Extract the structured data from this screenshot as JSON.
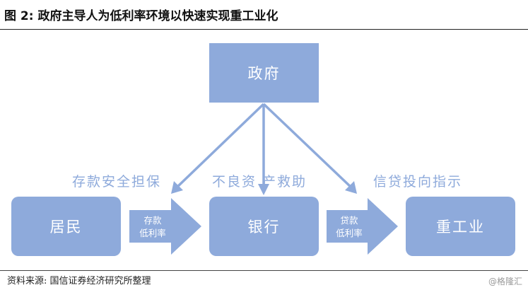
{
  "header": {
    "title": "图 2:  政府主导人为低利率环境以快速实现重工业化"
  },
  "diagram": {
    "nodes": {
      "government": "政府",
      "residents": "居民",
      "banks": "银行",
      "heavy_industry": "重工业"
    },
    "edge_labels": {
      "gov_to_residents": "存款安全担保",
      "gov_to_banks": "不良资  产救助",
      "gov_to_heavy": "信贷投向指示"
    },
    "flow_labels": {
      "residents_to_banks": {
        "line1": "存款",
        "line2": "低利率"
      },
      "banks_to_heavy": {
        "line1": "贷款",
        "line2": "低利率"
      }
    }
  },
  "footer": {
    "source": "资料来源:  国信证券经济研究所整理",
    "watermark": "@格隆汇"
  },
  "colors": {
    "node_fill": "#8eaadb",
    "label_text": "#8eaadb",
    "node_text": "#ffffff"
  }
}
